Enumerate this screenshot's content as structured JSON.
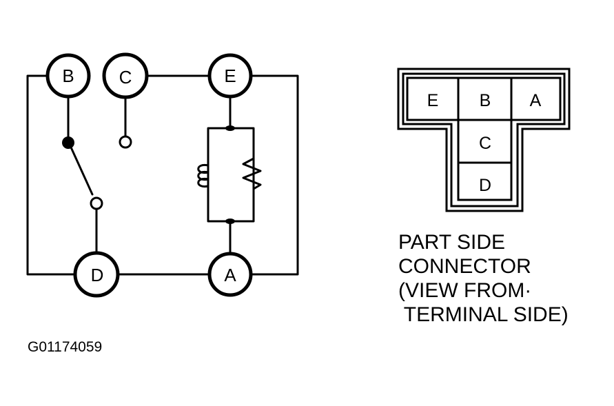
{
  "schematic": {
    "terminals": {
      "b": "B",
      "c": "C",
      "e": "E",
      "d": "D",
      "a": "A"
    }
  },
  "connector": {
    "cells": {
      "e": "E",
      "b": "B",
      "a": "A",
      "c": "C",
      "d": "D"
    },
    "caption": {
      "line1": "PART SIDE",
      "line2": "CONNECTOR",
      "line3": "(VIEW FROM·",
      "line4": " TERMINAL SIDE)"
    }
  },
  "figure_id": "G01174059"
}
